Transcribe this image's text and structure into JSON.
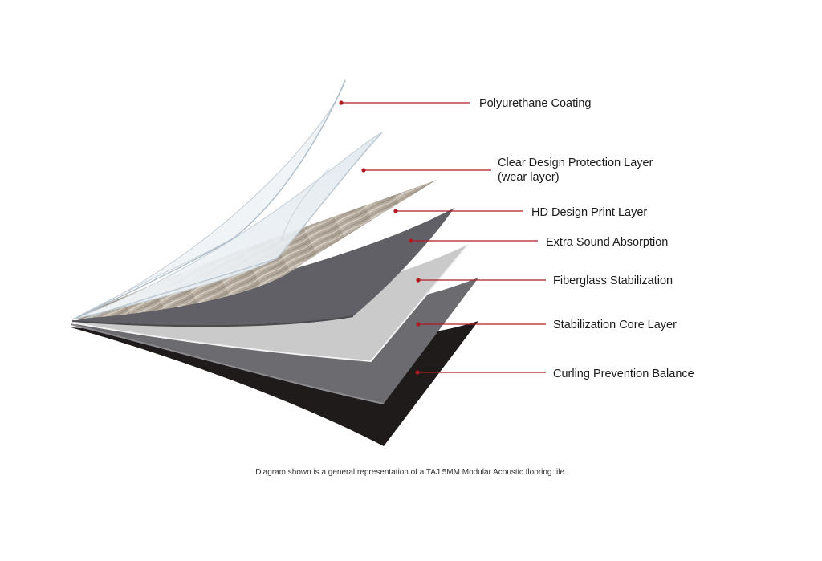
{
  "layers": [
    {
      "id": "polyurethane",
      "lines": [
        "Polyurethane Coating"
      ]
    },
    {
      "id": "clear-design-protection",
      "lines": [
        "Clear Design Protection Layer",
        "(wear layer)"
      ]
    },
    {
      "id": "hd-design-print",
      "lines": [
        "HD Design Print Layer"
      ]
    },
    {
      "id": "extra-sound-absorption",
      "lines": [
        "Extra Sound Absorption"
      ]
    },
    {
      "id": "fiberglass-stabilization",
      "lines": [
        "Fiberglass Stabilization"
      ]
    },
    {
      "id": "stabilization-core",
      "lines": [
        "Stabilization Core Layer"
      ]
    },
    {
      "id": "curling-prevention",
      "lines": [
        "Curling Prevention Balance"
      ]
    }
  ],
  "caption": "Diagram shown is a general representation of a TAJ 5MM Modular Acoustic flooring tile.",
  "colors": {
    "leader": "#b11a23",
    "bottom_layer": "#1f1b1b",
    "core_layer": "#6b6b70",
    "fiberglass_layer": "#c9c9c9",
    "sound_layer": "#5f5f64",
    "print_layer": "#b7ada1",
    "clear_layer": "#e8eef2"
  }
}
